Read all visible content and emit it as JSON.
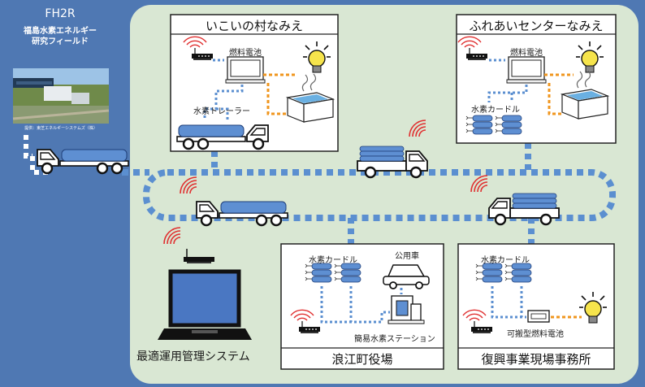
{
  "fh2r": {
    "title": "FH2R",
    "subtitle_line1": "福島水素エネルギー",
    "subtitle_line2": "研究フィールド",
    "photo_credit": "提供：東芝エネルギーシステムズ（株）"
  },
  "boxes": {
    "ikoi": {
      "title": "いこいの村なみえ",
      "fuel_cell": "燃料電池",
      "trailer": "水素トレーラー"
    },
    "fureai": {
      "title": "ふれあいセンターなみえ",
      "fuel_cell": "燃料電池",
      "curdle": "水素カードル"
    },
    "namie_office": {
      "title": "浪江町役場",
      "curdle": "水素カードル",
      "public_car": "公用車",
      "station": "簡易水素ステーション"
    },
    "recovery_office": {
      "title": "復興事業現場事務所",
      "curdle": "水素カードル",
      "portable_fc": "可搬型燃料電池"
    }
  },
  "system_label": "最適運用管理システム",
  "colors": {
    "background": "#4f78b3",
    "field": "#d9e7d3",
    "dotted_route": "#5b8fd0",
    "power_line": "#f0961e",
    "cylinder": "#5e8fd2"
  }
}
